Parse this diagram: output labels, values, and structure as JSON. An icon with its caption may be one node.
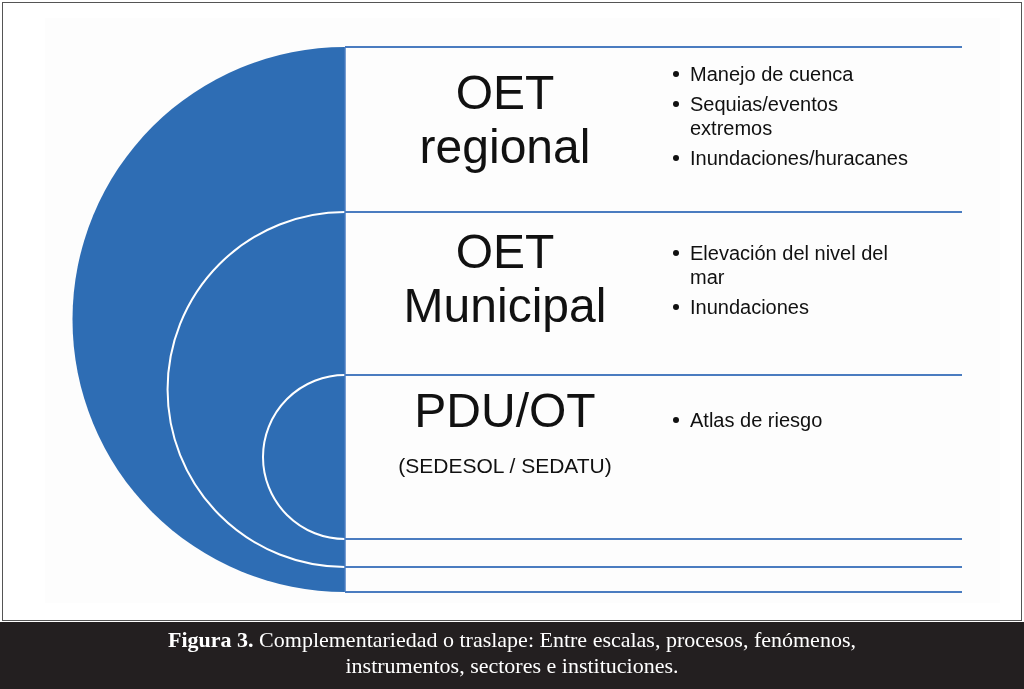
{
  "diagram": {
    "caption": "**Figura 3.** Complementariedad o traslape: Entre escalas, procesos, fenómenos, instrumentos, sectores e instituciones.",
    "nodes": [
      {
        "text": [
          "OET regional",
          "Manejo de cuenca",
          "Sequias/eventos extremos",
          "Inundaciones/huracanes"
        ]
      },
      {
        "text": [
          "OET Municipal",
          "Elevación del nivel del mar",
          "Inundaciones"
        ]
      },
      {
        "text": [
          "PDU/OT",
          "(SEDESOL / SEDATU)",
          "Atlas de riesgo"
        ]
      }
    ],
    "edges": []
  }
}
